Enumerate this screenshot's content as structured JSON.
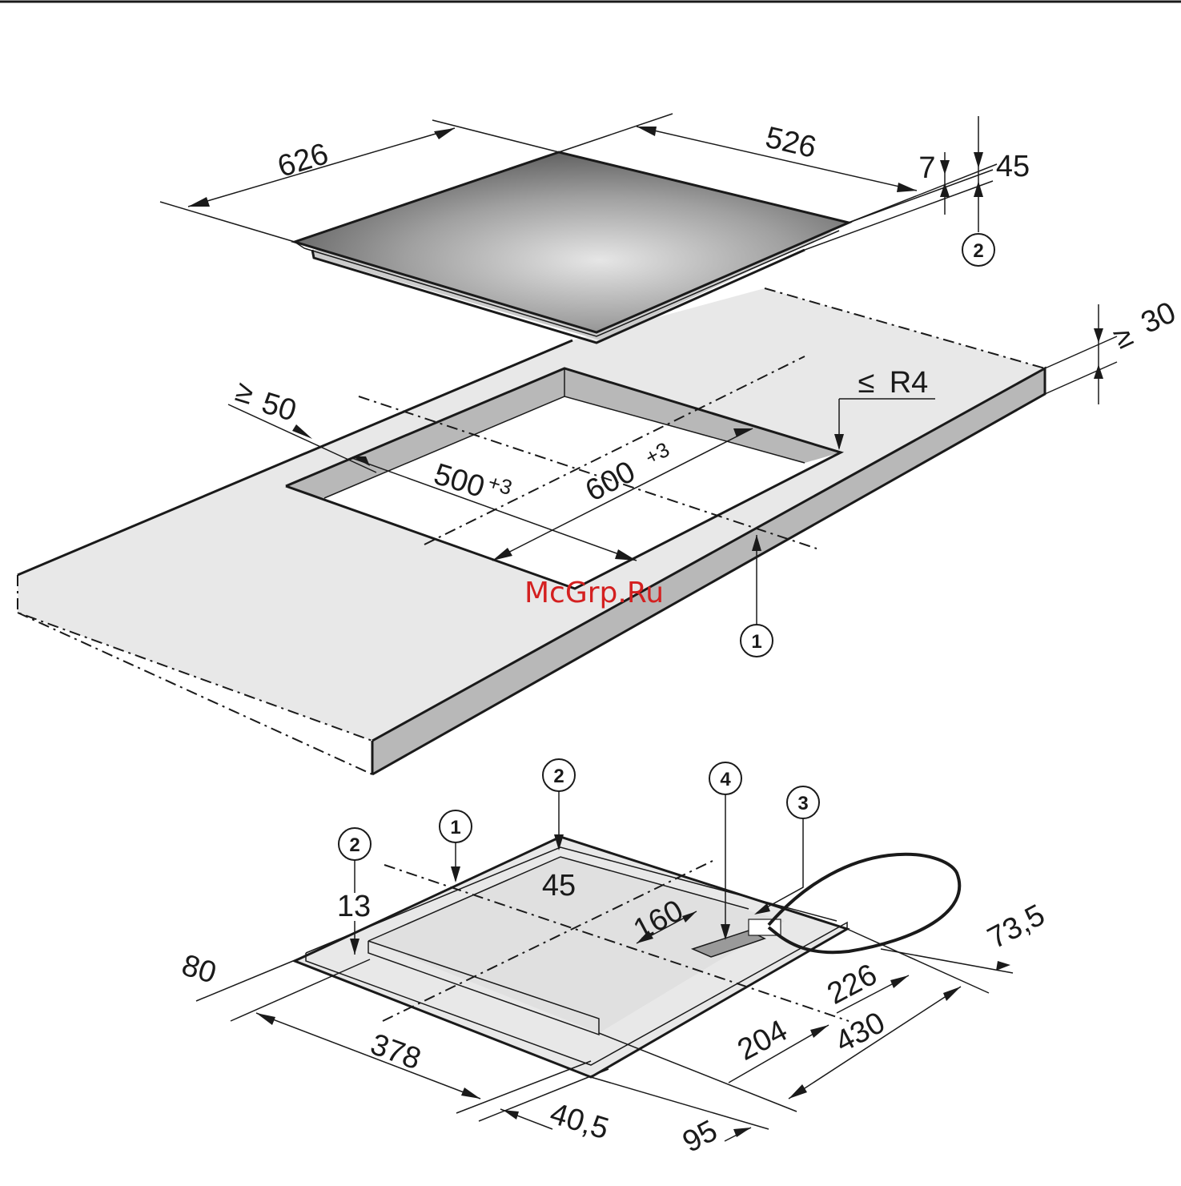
{
  "watermark": "McGrp.Ru",
  "dimensions": {
    "hob_width": "626",
    "hob_depth": "526",
    "hob_glass": "7",
    "hob_total_height": "45",
    "worktop_thickness_prefix": "≥",
    "worktop_thickness_value": "30",
    "edge_distance_prefix": "≥",
    "edge_distance_value": "50",
    "corner_radius_prefix": "≤",
    "corner_radius_value": "R4",
    "cutout_depth": "500",
    "cutout_depth_tolerance": "+3",
    "cutout_width": "600",
    "cutout_width_tolerance": "+3",
    "bottom_45": "45",
    "bottom_13": "13",
    "bottom_160": "160",
    "bottom_80": "80",
    "bottom_378": "378",
    "bottom_40_5": "40,5",
    "bottom_95": "95",
    "bottom_204": "204",
    "bottom_226": "226",
    "bottom_430": "430",
    "bottom_73_5": "73,5"
  },
  "callouts": {
    "c1_top": "1",
    "c2_top": "2",
    "c1_bottom": "1",
    "c2_bottom_left": "2",
    "c2_bottom_center": "2",
    "c3_bottom": "3",
    "c4_bottom": "4"
  },
  "colors": {
    "worktop": "#e8e8e8",
    "worktop_edge": "#b8b8b8",
    "glass_dark": "#555555",
    "glass_light": "#d8d8d8",
    "watermark": "#d42020"
  }
}
